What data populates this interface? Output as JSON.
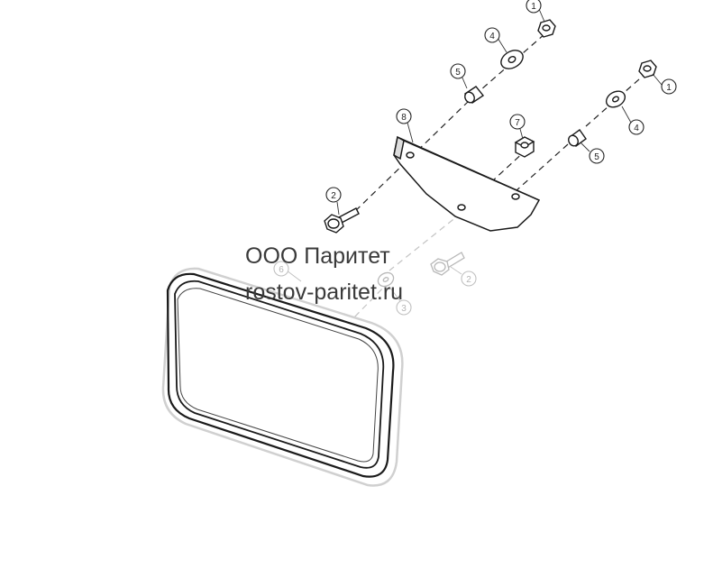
{
  "watermark": {
    "line1": "ООО Паритет",
    "line2": "rostov-paritet.ru"
  },
  "callouts": [
    {
      "id": "c1a",
      "label": "1"
    },
    {
      "id": "c4a",
      "label": "4"
    },
    {
      "id": "c5a",
      "label": "5"
    },
    {
      "id": "c8",
      "label": "8"
    },
    {
      "id": "c7",
      "label": "7"
    },
    {
      "id": "c1b",
      "label": "1"
    },
    {
      "id": "c4b",
      "label": "4"
    },
    {
      "id": "c5b",
      "label": "5"
    },
    {
      "id": "c2a",
      "label": "2"
    },
    {
      "id": "c2b",
      "label": "2"
    },
    {
      "id": "c3",
      "label": "3"
    },
    {
      "id": "c6",
      "label": "6"
    }
  ],
  "colors": {
    "line": "#1a1a1a",
    "faded": "#bdbdbd",
    "background": "#ffffff"
  }
}
